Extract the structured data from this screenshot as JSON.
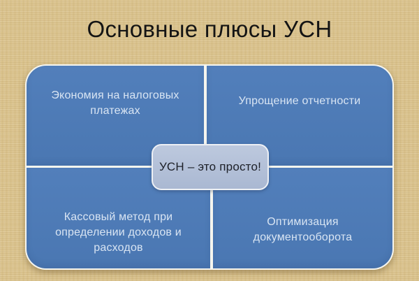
{
  "slide": {
    "title": "Основные плюсы УСН",
    "center_callout": {
      "label": "УСН – это просто!"
    },
    "quadrants": [
      {
        "position": "top-left",
        "label": "Экономия на налоговых\nплатежах"
      },
      {
        "position": "top-right",
        "label": "Упрощение отчетности"
      },
      {
        "position": "bottom-left",
        "label": "Кассовый метод при\nопределении доходов и\nрасходов"
      },
      {
        "position": "bottom-right",
        "label": "Оптимизация\nдокументооборота"
      }
    ],
    "colors": {
      "background_tan": "#dbc48f",
      "quadrant_blue": "#4c7ab6",
      "divider_white": "#f7f8f3",
      "center_box_fill": "#b4c1d8",
      "center_box_border": "#edf0f5",
      "quadrant_text": "#d9e5f3",
      "center_text": "#1d2028",
      "title_text": "#141414"
    }
  }
}
